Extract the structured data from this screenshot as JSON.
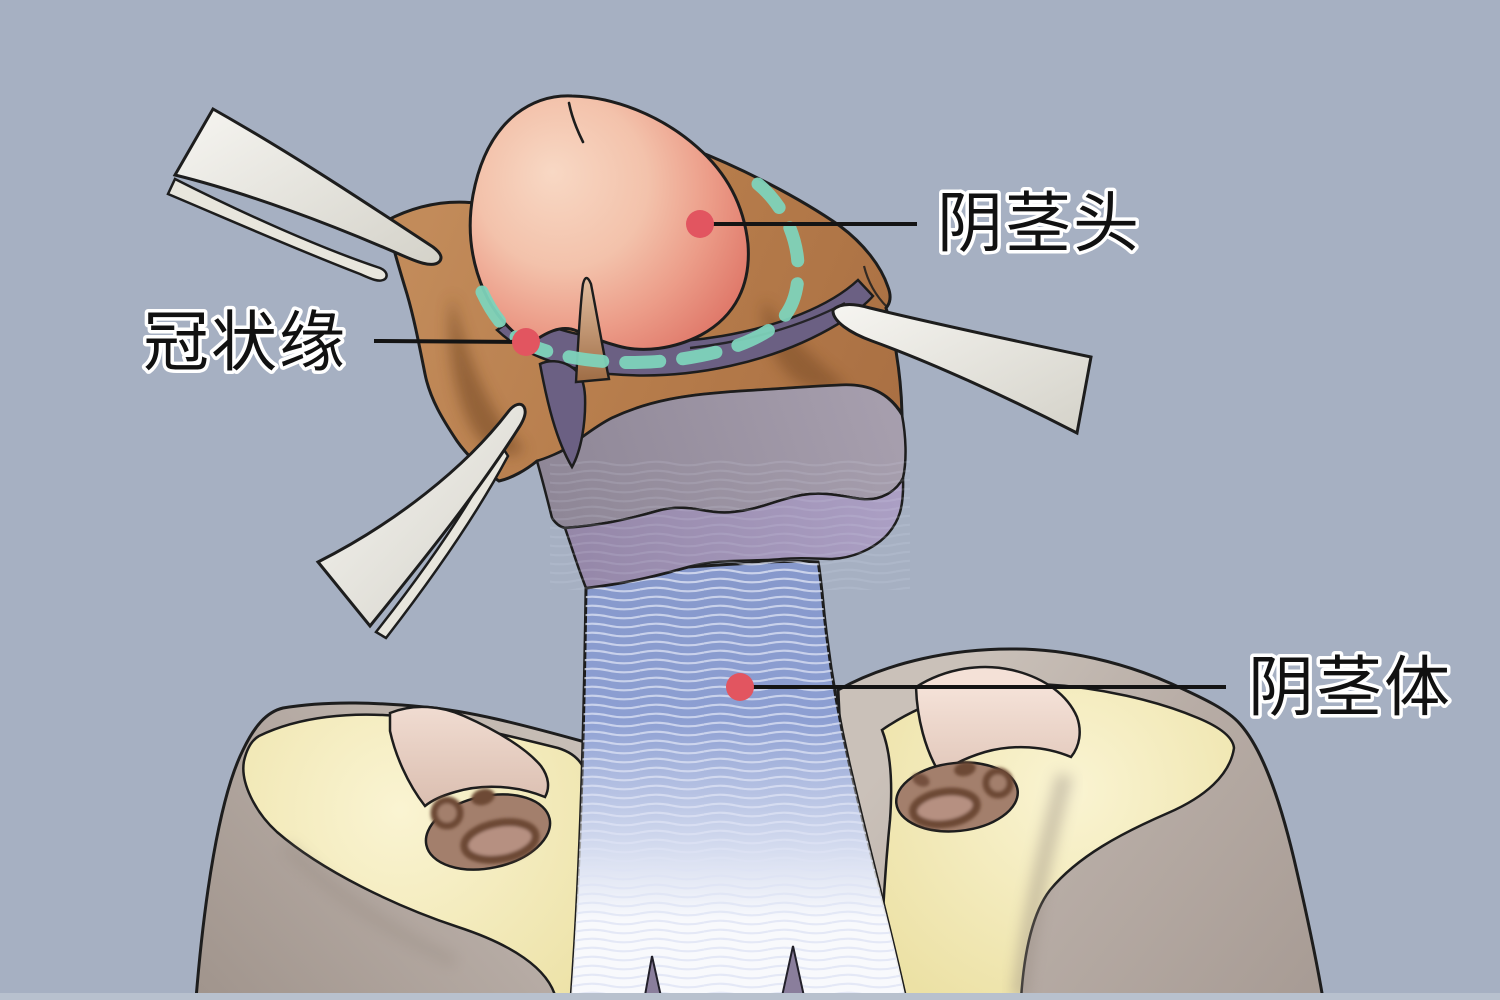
{
  "figure": {
    "kind": "surgical-anatomy-illustration",
    "annotations": [
      {
        "id": "glans",
        "label": "阴茎头"
      },
      {
        "id": "coronal-margin",
        "label": "冠状缘"
      },
      {
        "id": "penile-shaft",
        "label": "阴茎体"
      }
    ],
    "style": {
      "background_color": "#a6b0c2",
      "marker_dot_color": "#e25560",
      "leader_line_color": "#141414",
      "dashed_margin_color": "#7ed3bb",
      "label_text_color": "#111111",
      "label_halo_color": "#ffffff",
      "glans_color": "#f2bda6",
      "foreskin_color": "#b47a49",
      "inner_prepuce_color": "#6b6083",
      "fascia_color": "#9b93a2",
      "shaft_color": "#8e9fd2",
      "scrotum_color": "#b5aaa3",
      "fat_color": "#efe5ac",
      "cord_stump_color": "#a37f6c",
      "retractor_color": "#e9e8e1"
    }
  }
}
